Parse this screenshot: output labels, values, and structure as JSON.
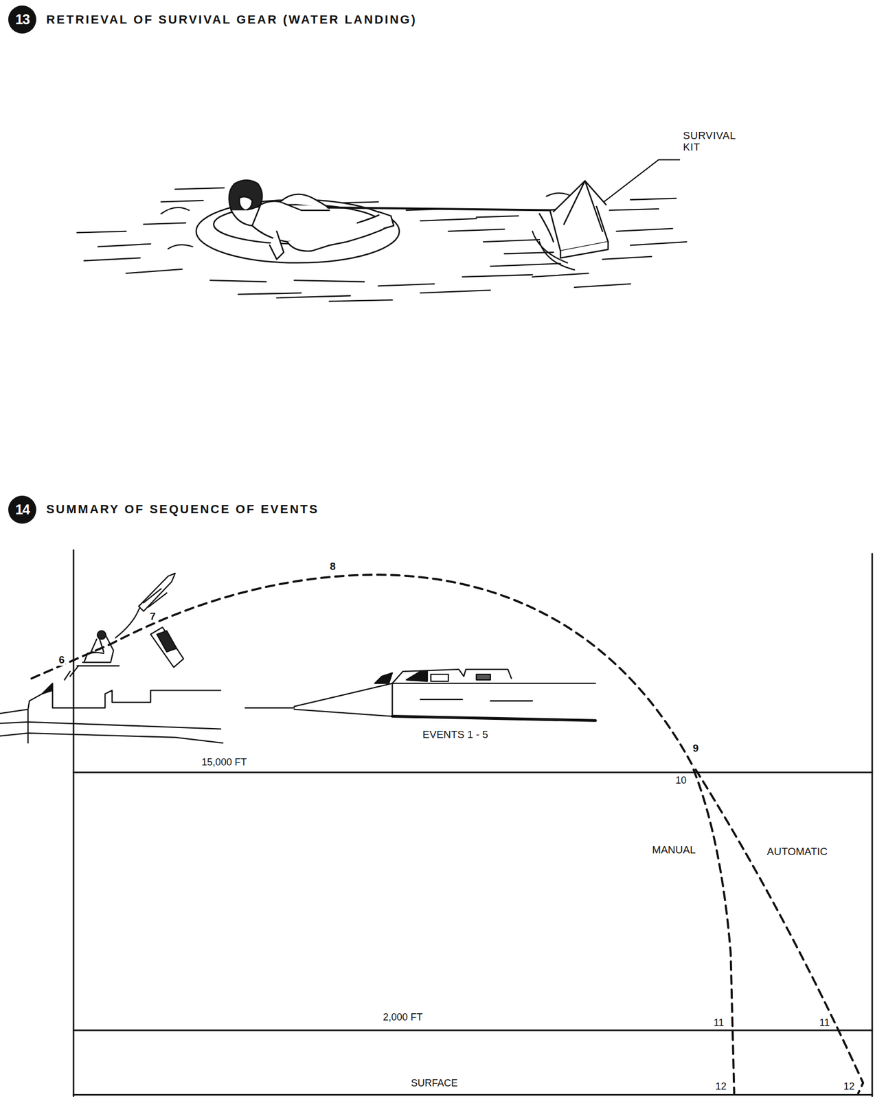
{
  "diagram": {
    "nodes": [
      {
        "text": [
          "13"
        ]
      },
      {
        "text": [
          "14"
        ]
      }
    ],
    "labels": [
      "RETRIEVAL OF SURVIVAL GEAR (WATER LANDING)",
      "SURVIVAL KIT",
      "SUMMARY OF SEQUENCE OF EVENTS",
      "8",
      "7",
      "6",
      "EVENTS 1 - 5",
      "9",
      "15,000 FT",
      "10",
      "MANUAL",
      "AUTOMATIC",
      "2,000 FT",
      "11",
      "11",
      "SURFACE",
      "12",
      "12"
    ]
  }
}
